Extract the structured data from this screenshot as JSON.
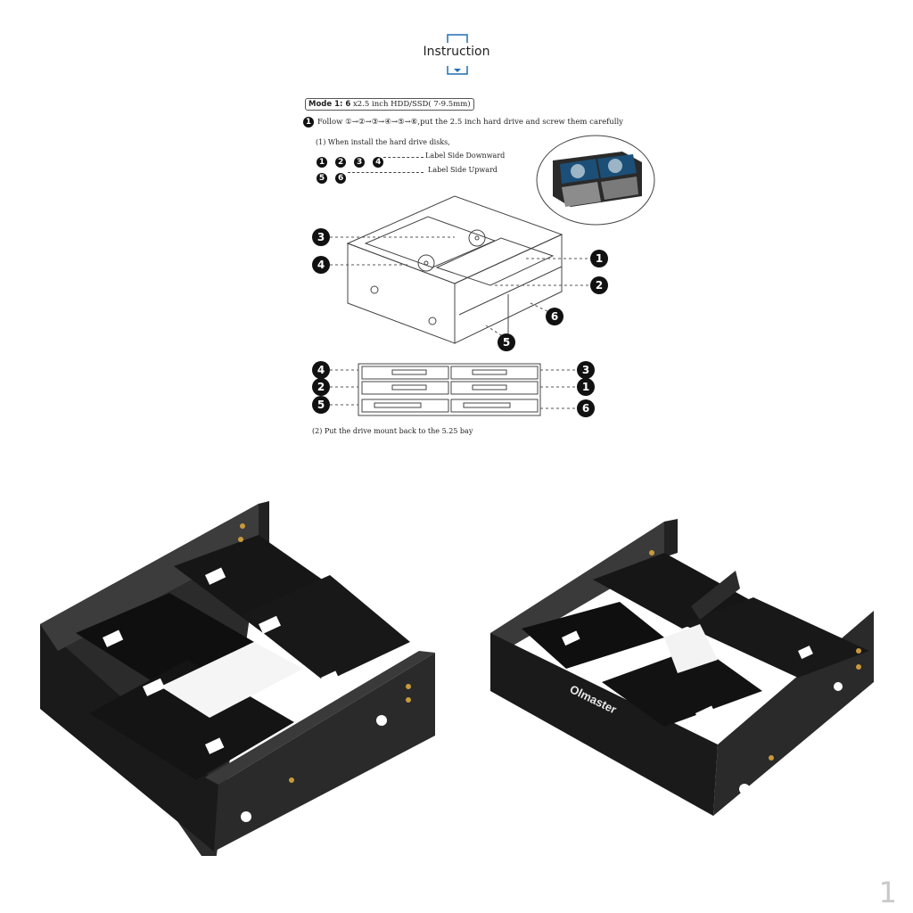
{
  "header": {
    "title": "Instruction"
  },
  "mode": {
    "prefix": "Mode 1: 6",
    "text": "x2.5 inch HDD/SSD( 7-9.5mm)"
  },
  "step1": {
    "number": "1",
    "text": "Follow ①→②→③→④→⑤→⑥,put the 2.5 inch hard drive and screw them carefully"
  },
  "install": {
    "heading_num": "(1)",
    "heading": "When install the hard drive disks,",
    "down_numbers": [
      "1",
      "2",
      "3",
      "4"
    ],
    "down_label": "Label Side Downward",
    "up_numbers": [
      "5",
      "6"
    ],
    "up_label": "Label Side Upward"
  },
  "callouts_iso": [
    "3",
    "4",
    "1",
    "2",
    "6",
    "5"
  ],
  "callouts_front": [
    "4",
    "3",
    "2",
    "1",
    "5",
    "6"
  ],
  "step2": {
    "num": "(2)",
    "text": "Put the drive mount back to the 5.25 bay"
  },
  "product": {
    "brand": "Olmaster"
  },
  "page_number": "1",
  "colors": {
    "ink": "#111111",
    "metal": "#1b1b1b",
    "accent": "#1f6fb5"
  }
}
